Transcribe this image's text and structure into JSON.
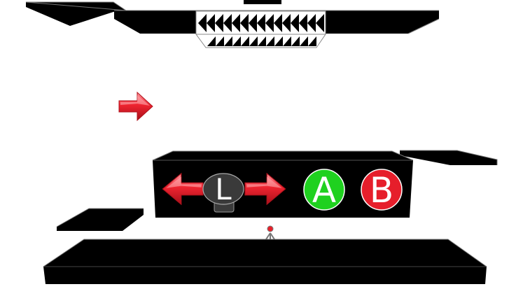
{
  "controls": {
    "left_key": "L",
    "a_button": "A",
    "b_button": "B"
  },
  "colors": {
    "background": "#ffffff",
    "platform": "#000000",
    "platform_edge": "#6a6a6a",
    "arrow_red": "#e8202a",
    "button_a": "#1fd11f",
    "button_b": "#e61e2b",
    "l_key": "#3a3a3a"
  },
  "icons": {
    "hint_arrow": "right-arrow-icon",
    "move_left": "left-arrow-icon",
    "move_right": "right-arrow-icon",
    "spikes": "spike-icon",
    "player": "stick-figure-icon"
  }
}
